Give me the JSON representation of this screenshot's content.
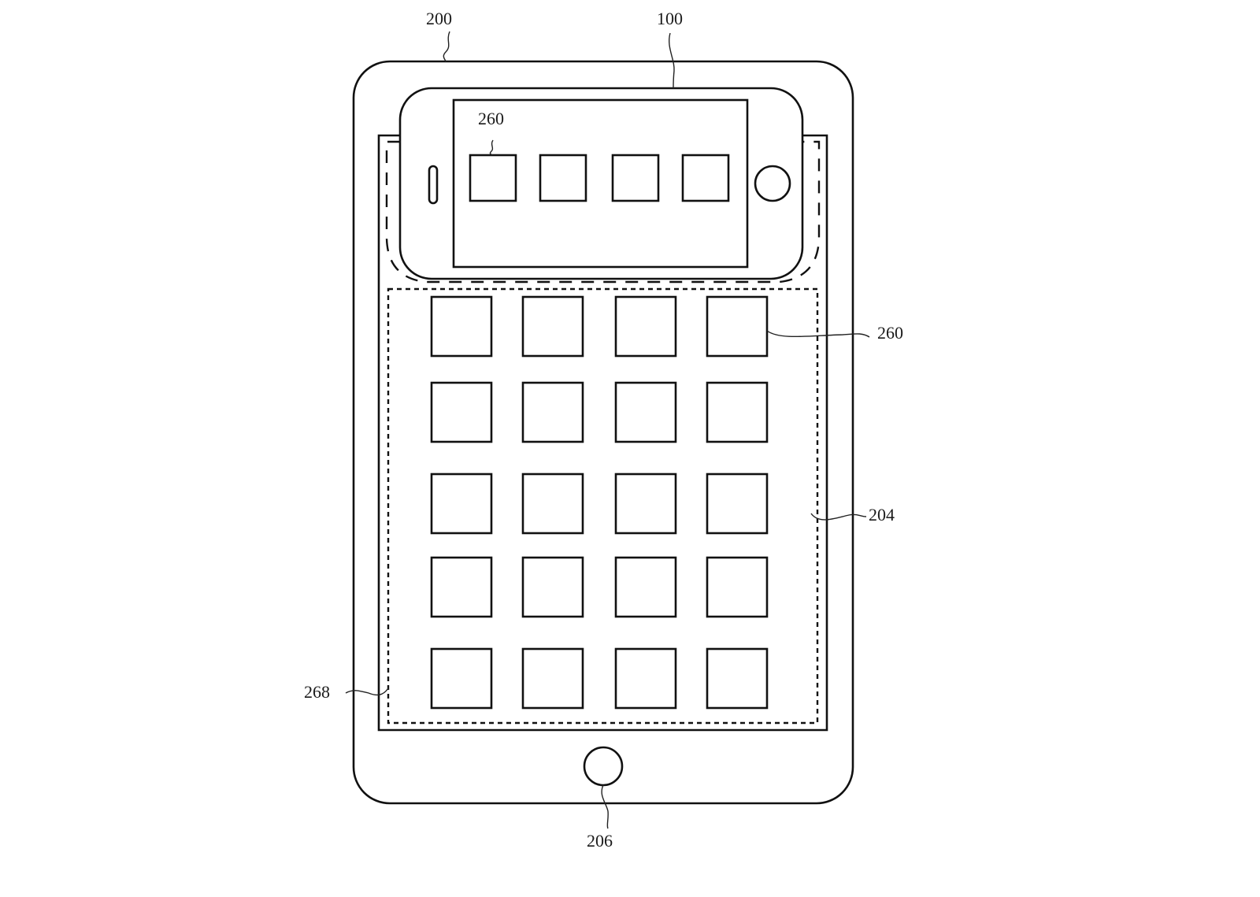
{
  "figure": {
    "type": "patent-drawing",
    "stroke_color": "#111111",
    "background": "#ffffff"
  },
  "labels": {
    "tablet": "200",
    "phone": "100",
    "phone_icon": "260",
    "tablet_icon": "260",
    "display_region": "204",
    "pocket": "268",
    "home_button": "206"
  },
  "tablet": {
    "icon_grid": {
      "rows": 5,
      "columns": 4
    }
  },
  "phone": {
    "icon_row": {
      "count": 4
    }
  }
}
